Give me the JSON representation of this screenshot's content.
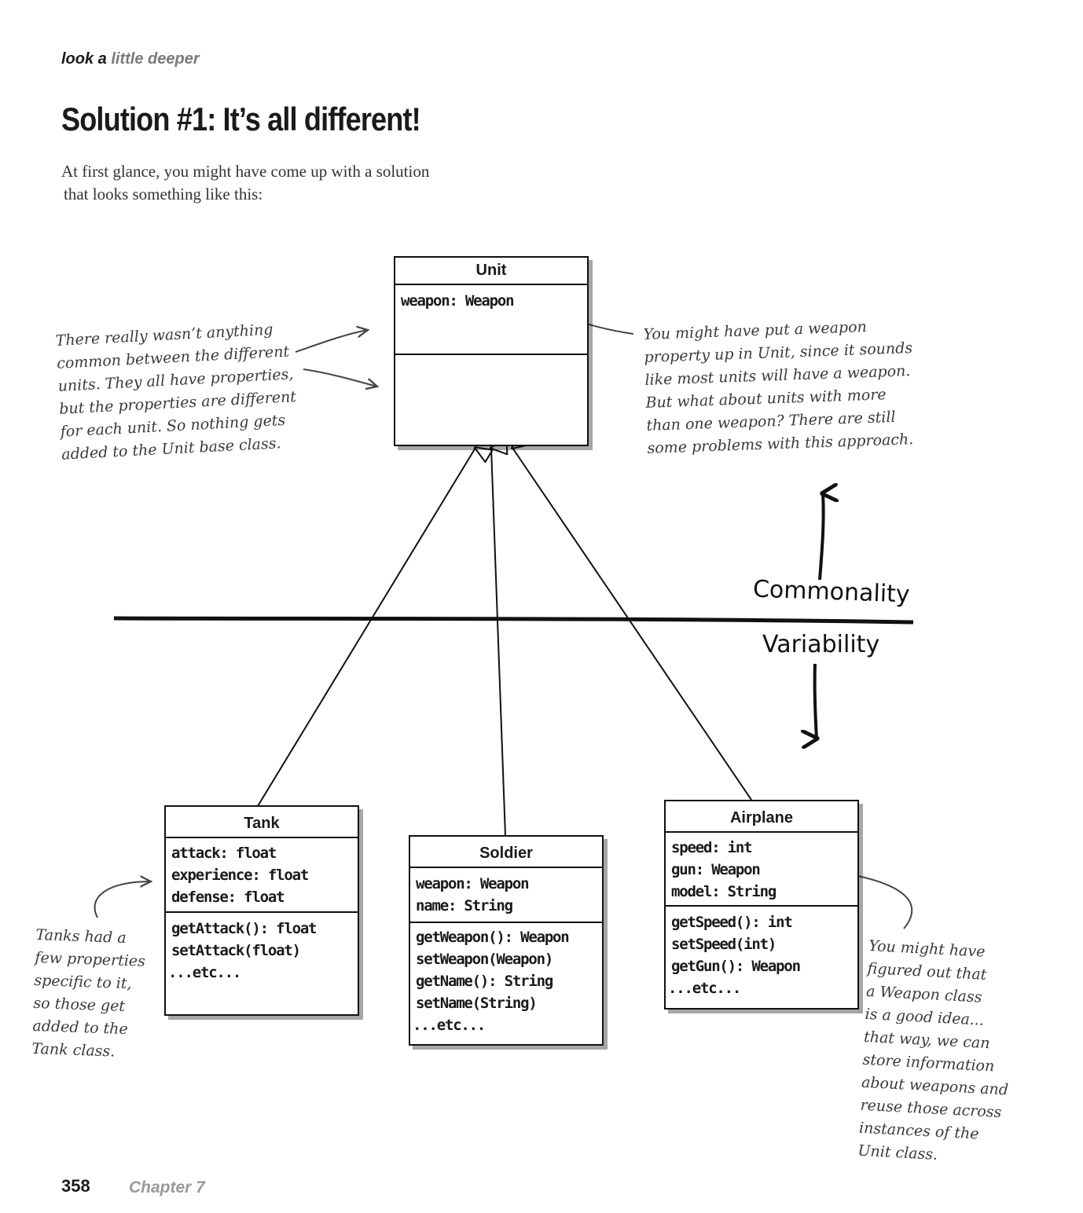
{
  "header": {
    "tag_bold": "look a",
    "tag_light": "little deeper"
  },
  "title": "Solution #1: It’s all different!",
  "intro": [
    "At first glance, you might have come up with a solution",
    "that looks something like this:"
  ],
  "classes": {
    "unit": {
      "name": "Unit",
      "attributes": [
        "weapon: Weapon"
      ],
      "methods": []
    },
    "tank": {
      "name": "Tank",
      "attributes": [
        "attack: float",
        "experience: float",
        "defense: float"
      ],
      "methods": [
        "getAttack(): float",
        "setAttack(float)",
        "...etc..."
      ]
    },
    "soldier": {
      "name": "Soldier",
      "attributes": [
        "weapon: Weapon",
        "name: String"
      ],
      "methods": [
        "getWeapon(): Weapon",
        "setWeapon(Weapon)",
        "getName(): String",
        "setName(String)",
        "...etc..."
      ]
    },
    "airplane": {
      "name": "Airplane",
      "attributes": [
        "speed: int",
        "gun: Weapon",
        "model: String"
      ],
      "methods": [
        "getSpeed(): int",
        "setSpeed(int)",
        "getGun(): Weapon",
        "...etc..."
      ]
    }
  },
  "annotations": {
    "unit_left": [
      "There really wasn’t anything",
      "common between the different",
      "units. They all have properties,",
      "but the properties are different",
      "for each unit. So nothing gets",
      "added to the Unit base class."
    ],
    "unit_right": [
      "You might have put a weapon",
      "property up in Unit, since it sounds",
      "like most units will have a weapon.",
      "But what about units with more",
      "than one weapon? There are still",
      "some problems with this approach."
    ],
    "tank": [
      "Tanks had a",
      "few properties",
      "specific to it,",
      "so those get",
      "added to the",
      "Tank class."
    ],
    "airplane": [
      "You might have",
      "figured out that",
      "a Weapon class",
      "is a good idea...",
      "that way, we can",
      "store information",
      "about weapons and",
      "reuse those across",
      "instances of the",
      "Unit class."
    ]
  },
  "divider": {
    "top_label": "Commonality",
    "bottom_label": "Variability"
  },
  "footer": {
    "page_number": "358",
    "chapter": "Chapter 7"
  }
}
